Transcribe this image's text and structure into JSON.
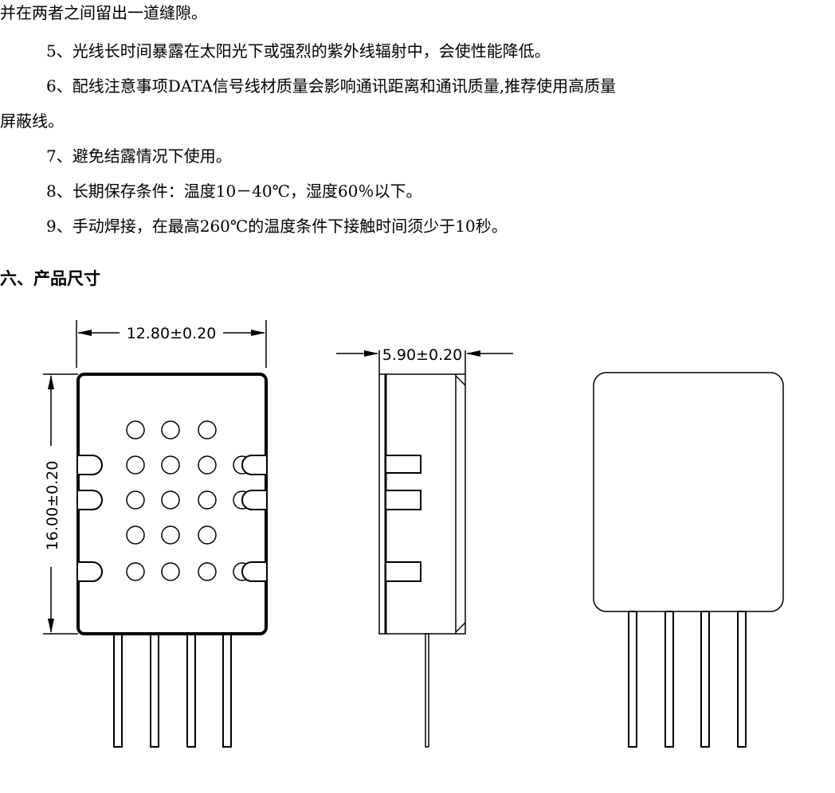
{
  "text": {
    "line0": "并在两者之间留出一道缝隙。",
    "line5": "5、光线长时间暴露在太阳光下或强烈的紫外线辐射中，会使性能降低。",
    "line6a": "6、配线注意事项DATA信号线材质量会影响通讯距离和通讯质量,推荐使用高质量",
    "line6b": "屏蔽线。",
    "line7": "7、避免结露情况下使用。",
    "line8": "8、长期保存条件：温度10－40℃，湿度60％以下。",
    "line9": "9、手动焊接，在最高260℃的温度条件下接触时间须少于10秒。"
  },
  "section": {
    "title": "六、产品尺寸"
  },
  "drawing": {
    "width_dim": "12.80±0.20",
    "height_dim": "16.00±0.20",
    "depth_dim": "5.90±0.20"
  }
}
